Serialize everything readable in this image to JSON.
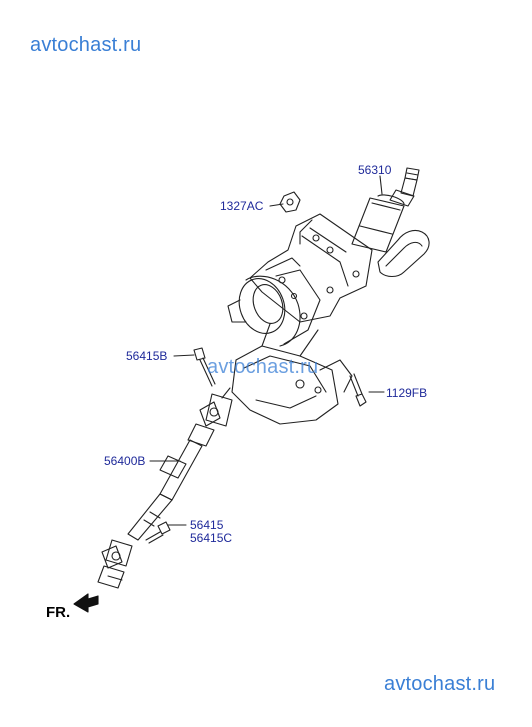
{
  "watermarks": {
    "top": "avtochast.ru",
    "center": "avtochast.ru",
    "bottom": "avtochast.ru"
  },
  "labels": {
    "p56310": "56310",
    "p1327AC": "1327AC",
    "p56415B": "56415B",
    "p1129FB": "1129FB",
    "p56400B": "56400B",
    "p56415": "56415",
    "p56415C": "56415C"
  },
  "direction": {
    "text": "FR.",
    "icon": "arrow-icon"
  },
  "colors": {
    "watermark": "#3a7fd5",
    "label": "#1f2a9a",
    "line": "#222222"
  }
}
